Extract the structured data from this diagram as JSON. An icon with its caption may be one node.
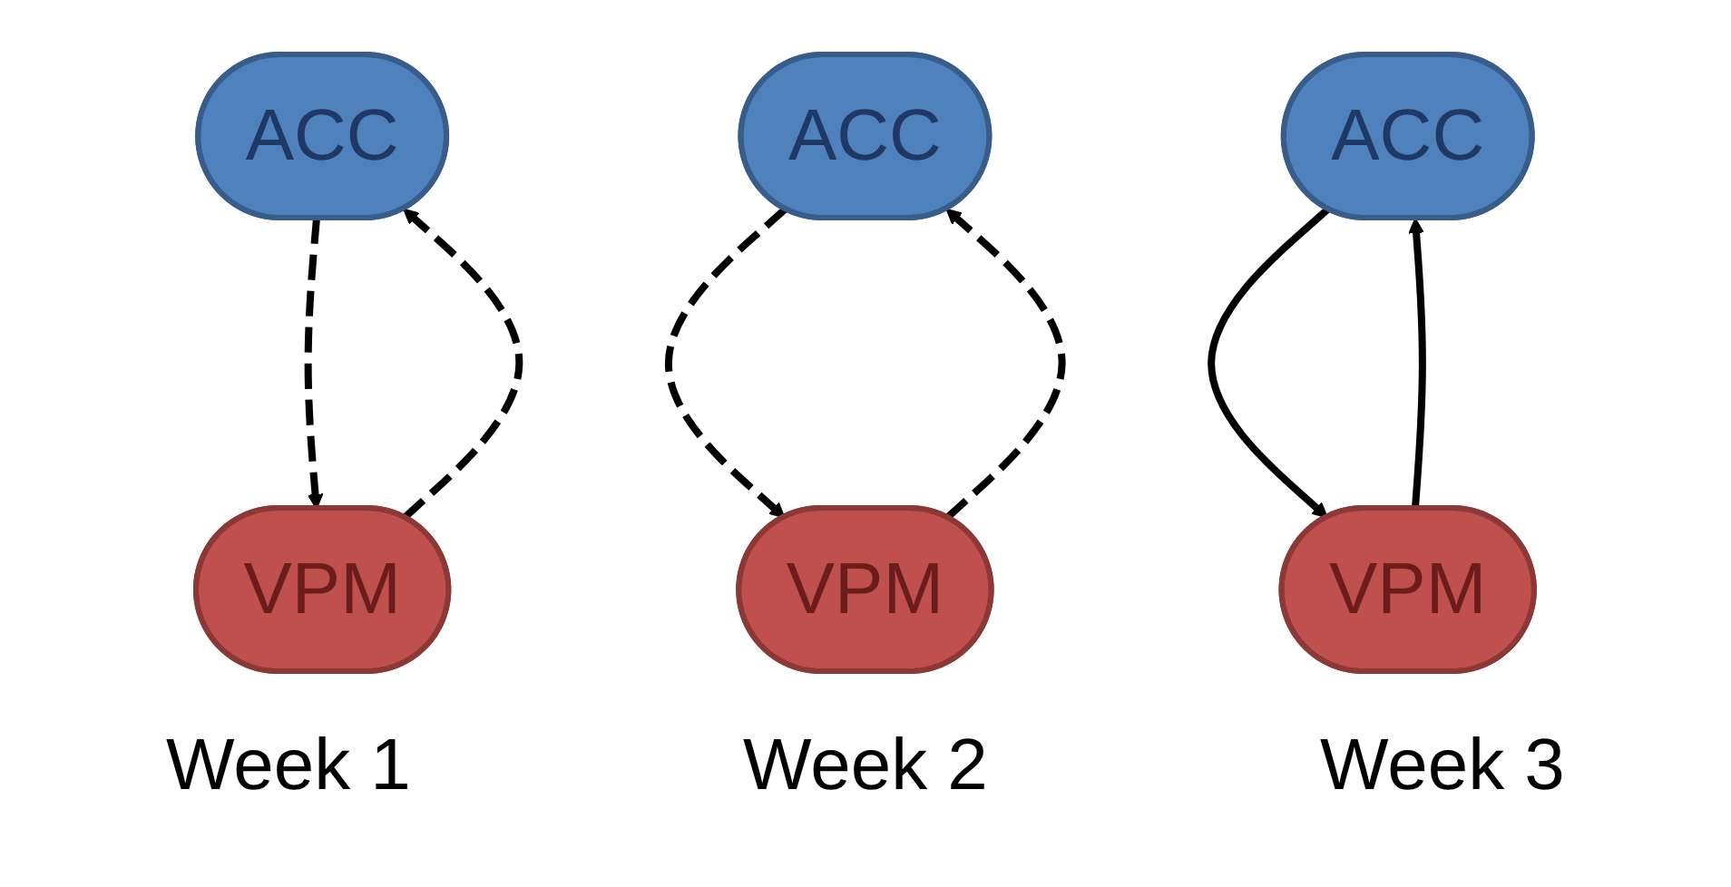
{
  "diagram": {
    "nodes": [
      {
        "text": [
          "ACC"
        ]
      },
      {
        "text": [
          "VPM"
        ]
      },
      {
        "text": [
          "ACC"
        ]
      },
      {
        "text": [
          "VPM"
        ]
      },
      {
        "text": [
          "ACC"
        ]
      },
      {
        "text": [
          "VPM"
        ]
      }
    ],
    "edges": [
      {
        "from": 0,
        "to": 1,
        "arrow": "to",
        "style": "dashed"
      },
      {
        "from": 1,
        "to": 0,
        "arrow": "to",
        "style": "dashed"
      },
      {
        "from": 2,
        "to": 3,
        "arrow": "to",
        "style": "dashed"
      },
      {
        "from": 3,
        "to": 2,
        "arrow": "to",
        "style": "dashed"
      },
      {
        "from": 4,
        "to": 5,
        "arrow": "to"
      },
      {
        "from": 5,
        "to": 4,
        "arrow": "to"
      }
    ],
    "labels": [
      "Week 1",
      "Week 2",
      "Week 3"
    ]
  }
}
